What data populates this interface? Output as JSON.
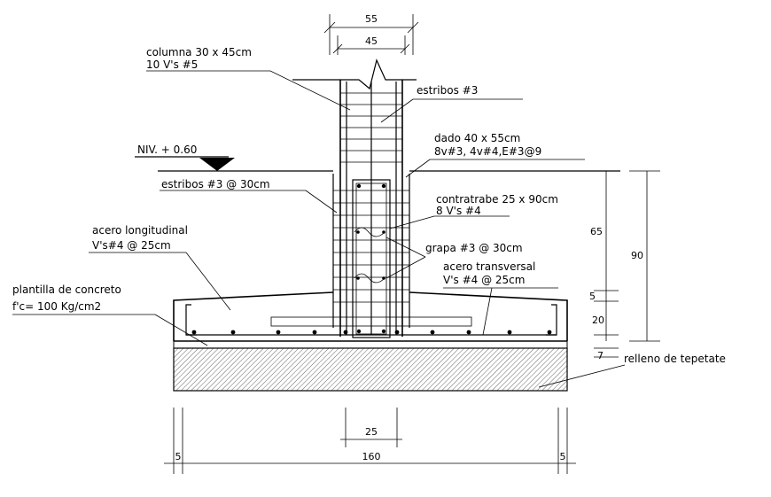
{
  "labels": {
    "columna": "columna 30 x 45cm",
    "columna_steel": "10 V's #5",
    "estribos_col": "estribos #3",
    "dado": "dado 40 x 55cm",
    "dado_steel": "8v#3, 4v#4,E#3@9",
    "niv": "NIV. + 0.60",
    "estribos_30": "estribos #3 @ 30cm",
    "contratrabe": "contratrabe 25 x 90cm",
    "contratrabe_steel": "8 V's #4",
    "acero_long": "acero longitudinal",
    "acero_long_steel": "V's#4 @ 25cm",
    "grapa": "grapa #3 @ 30cm",
    "acero_trans": "acero transversal",
    "acero_trans_steel": "V's #4 @ 25cm",
    "plantilla": "plantilla de concreto",
    "plantilla_fc": "f'c= 100 Kg/cm2",
    "relleno": "relleno de tepetate"
  },
  "dimensions": {
    "d55": "55",
    "d45": "45",
    "d65": "65",
    "d90": "90",
    "d5_right": "5",
    "d20": "20",
    "d7": "7",
    "d25": "25",
    "d5_left": "5",
    "d160": "160",
    "d5_end": "5"
  },
  "colors": {
    "line": "#000000",
    "hatch": "#000000",
    "background": "#ffffff"
  }
}
